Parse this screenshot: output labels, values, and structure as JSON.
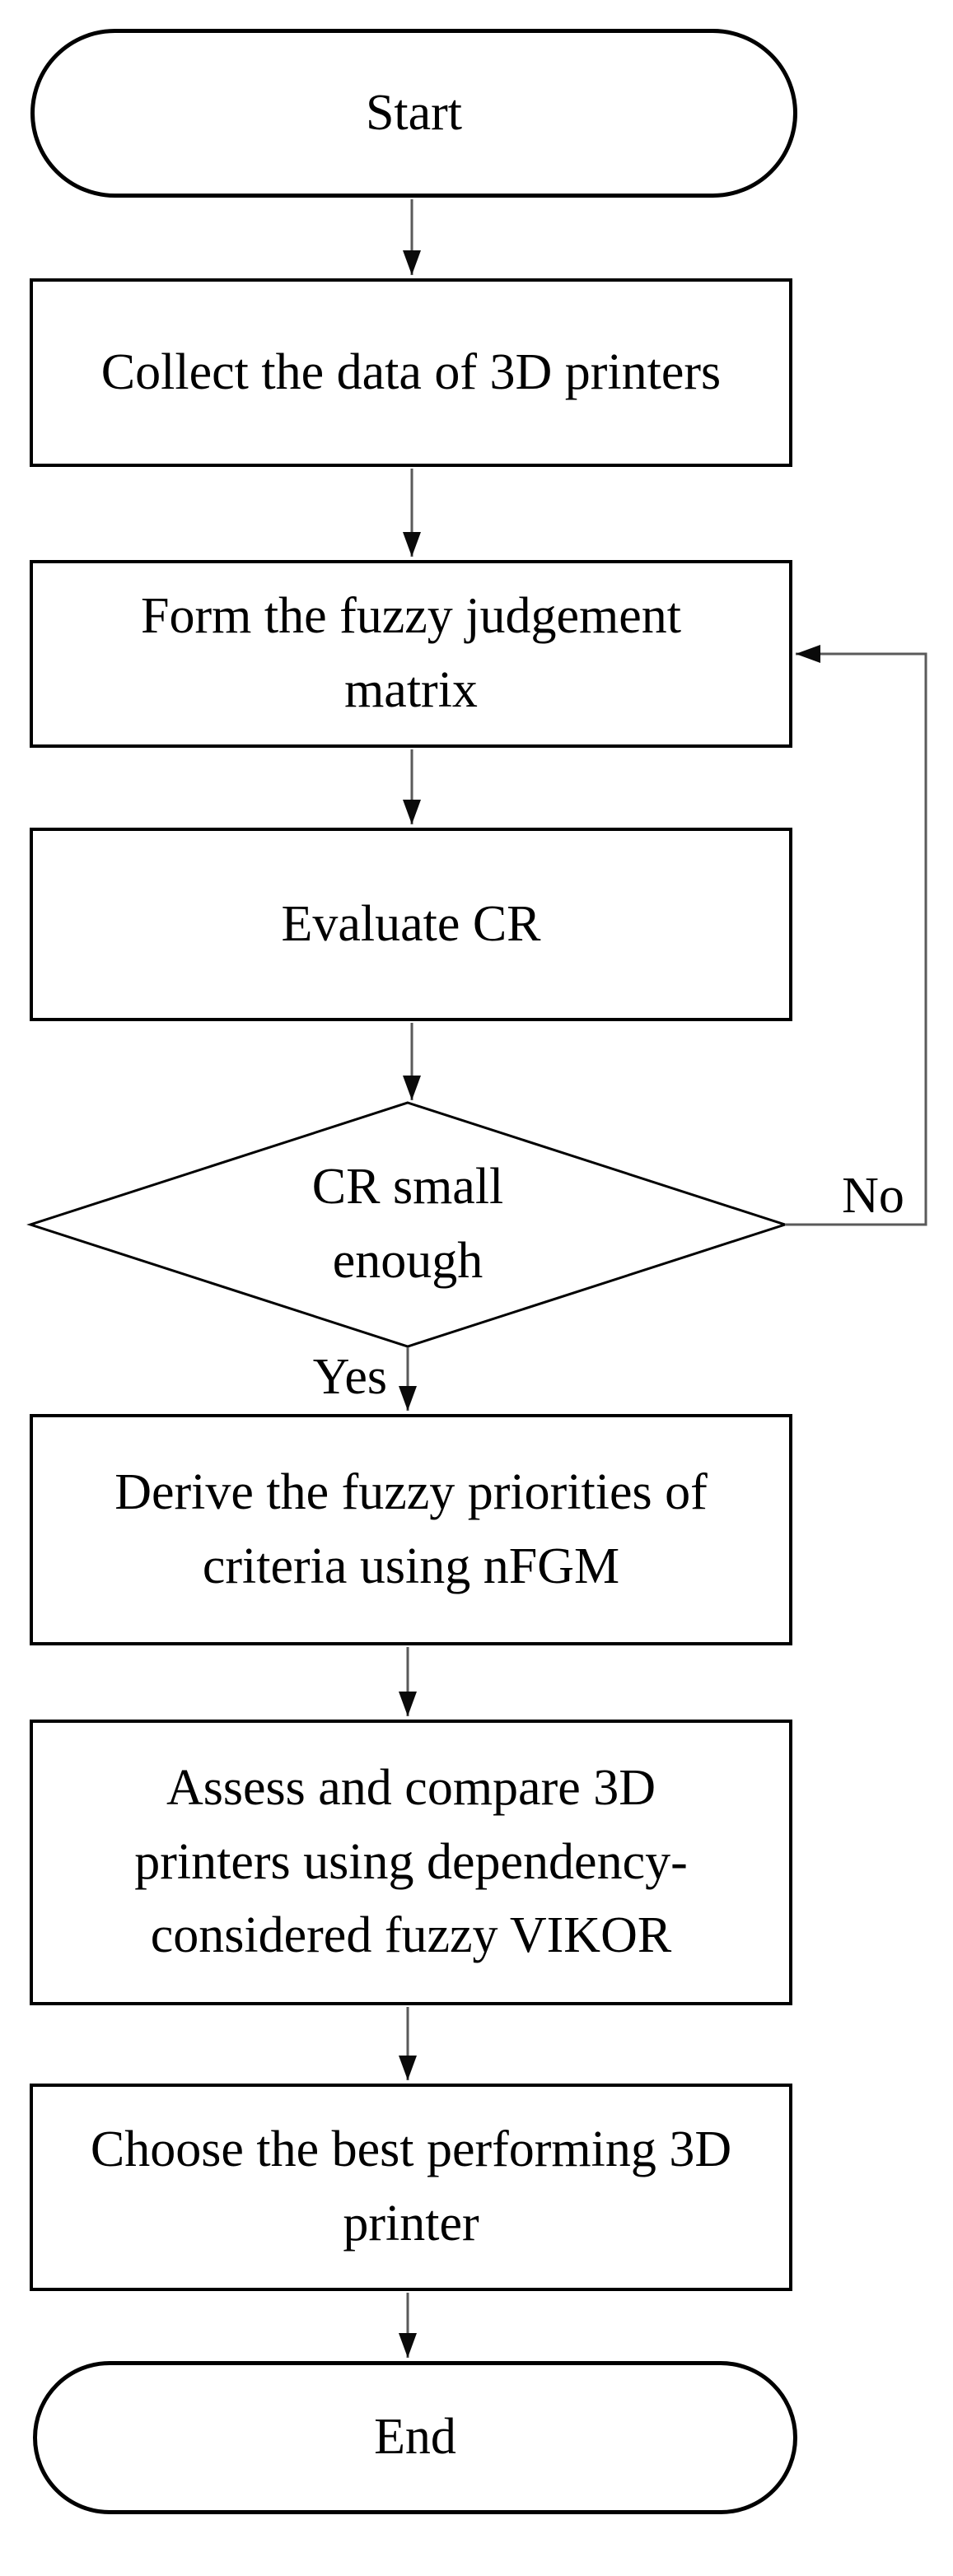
{
  "flowchart": {
    "nodes": [
      {
        "id": "start",
        "type": "terminator",
        "label": "Start",
        "lines": [
          "Start"
        ]
      },
      {
        "id": "collect-data",
        "type": "process",
        "label": "Collect the data of 3D printers",
        "lines": [
          "Collect the data of 3D printers"
        ]
      },
      {
        "id": "form-matrix",
        "type": "process",
        "label": "Form the fuzzy judgement matrix",
        "lines": [
          "Form the fuzzy judgement",
          "matrix"
        ]
      },
      {
        "id": "evaluate-cr",
        "type": "process",
        "label": "Evaluate CR",
        "lines": [
          "Evaluate CR"
        ]
      },
      {
        "id": "cr-small-enough",
        "type": "decision",
        "label": "CR small enough",
        "lines": [
          "CR small",
          "enough"
        ]
      },
      {
        "id": "derive-priorities",
        "type": "process",
        "label": "Derive the fuzzy priorities of criteria using nFGM",
        "lines": [
          "Derive the fuzzy priorities of",
          "criteria using nFGM"
        ]
      },
      {
        "id": "assess-compare",
        "type": "process",
        "label": "Assess and compare 3D printers using dependency-considered fuzzy VIKOR",
        "lines": [
          "Assess and compare 3D",
          "printers using dependency-",
          "considered fuzzy VIKOR"
        ]
      },
      {
        "id": "choose-best",
        "type": "process",
        "label": "Choose the best performing 3D printer",
        "lines": [
          "Choose the best performing 3D",
          "printer"
        ]
      },
      {
        "id": "end",
        "type": "terminator",
        "label": "End",
        "lines": [
          "End"
        ]
      }
    ],
    "edge_labels": {
      "yes": "Yes",
      "no": "No"
    },
    "colors": {
      "background": "#ffffff",
      "border": "#000000",
      "text": "#000000",
      "connector": "#5a5a5a",
      "arrowhead": "#0a0a0a"
    }
  }
}
